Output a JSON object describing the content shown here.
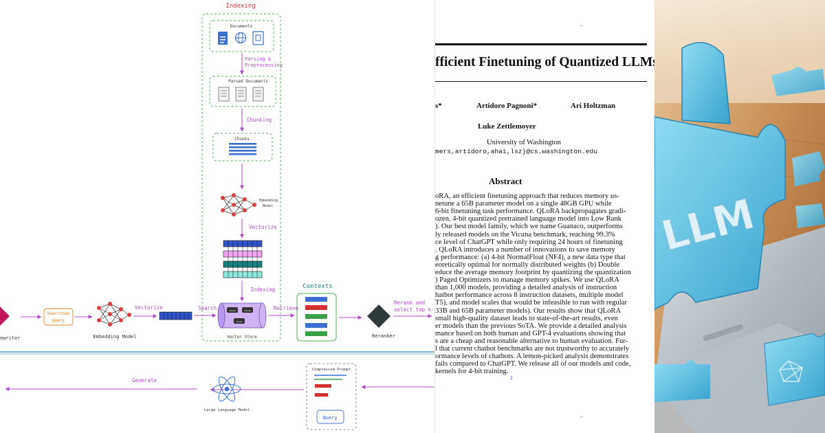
{
  "diagram": {
    "indexing_title": "Indexing",
    "documents_label": "Documents",
    "parsing_label_1": "Parsing &",
    "parsing_label_2": "Preprocessing",
    "parsed_documents_label": "Parsed Documents",
    "chunking_label": "Chunking",
    "chunks_label": "Chunks",
    "embedding_model_label_1": "Embedding",
    "embedding_model_label_2": "Model",
    "vectorize_label_top": "Vectorize",
    "indexing_arrow_label": "Indexing",
    "rewriter_label": "ewriter",
    "rewritten_query_1": "Rewritten",
    "rewritten_query_2": "query",
    "embedding_model_bottom": "Embedding Model",
    "vectorize_label_bottom": "Vectorize",
    "search_label": "Search",
    "vector_store_label": "Vector Store",
    "store_chip_label": "chunk",
    "retrieve_label": "Retrieve",
    "contexts_label": "Contexts",
    "reranker_label": "Reranker",
    "rerank_label_1": "Rerank and",
    "rerank_label_2": "select top k",
    "generate_label": "Generate",
    "llm_label": "Large Language Model",
    "compressed_prompt_label": "Compressed Prompt",
    "query_label": "Query",
    "colors": {
      "purple": "#b04bc6",
      "green_dash": "#4cae4c",
      "blue_bar": "#3b6fd1",
      "magenta": "#c2185b",
      "teal": "#1b7f7f",
      "red": "#d32f2f"
    }
  },
  "paper": {
    "title": "fficient Finetuning of Quantized LLMs",
    "author_1": "s*",
    "author_2": "Artidoro Pagnoni*",
    "author_3": "Ari Holtzman",
    "author_4": "Luke Zettlemoyer",
    "affiliation": "University of Washington",
    "email": "mers,artidoro,ahai,lsz}@cs.washington.edu",
    "abstract_heading": "Abstract",
    "abstract_lines": [
      "oRA, an efficient finetuning approach that reduces memory us-",
      "netune a 65B parameter model on a single 48GB GPU while",
      "6-bit finetuning task performance. QLoRA backpropagates gradi-",
      "ozen, 4-bit quantized pretrained language model into Low Rank",
      "). Our best model family, which we name Guanaco, outperforms",
      "ly released models on the Vicuna benchmark, reaching 99.3%",
      "ce level of ChatGPT while only requiring 24 hours of finetuning",
      ". QLoRA introduces a number of innovations to save memory",
      "g performance: (a) 4-bit NormalFloat (NF4), a new data type that",
      "eoretically optimal for normally distributed weights (b) Double",
      "educe the average memory footprint by quantizing the quantization",
      ") Paged Optimizers to manage memory spikes. We use QLoRA",
      " than 1,000 models, providing a detailed analysis of instruction",
      "hatbot performance across 8 instruction datasets, multiple model",
      "T5), and model scales that would be infeasible to run with regular",
      "33B and 65B parameter models). Our results show that QLoRA",
      "small high-quality dataset leads to state-of-the-art results, even",
      "er models than the previous SoTA. We provide a detailed analysis",
      "mance based on both human and GPT-4 evaluations showing that",
      "s are a cheap and reasonable alternative to human evaluation. Fur-",
      "l that current chatbot benchmarks are not trustworthy to accurately",
      "ormance levels of chatbots. A lemon-picked analysis demonstrates",
      "fails compared to ChatGPT. We release all of our models and code,",
      " kernels for 4-bit training."
    ],
    "footnote_mark": "2"
  },
  "photo": {
    "puzzle_text": "LLM"
  }
}
